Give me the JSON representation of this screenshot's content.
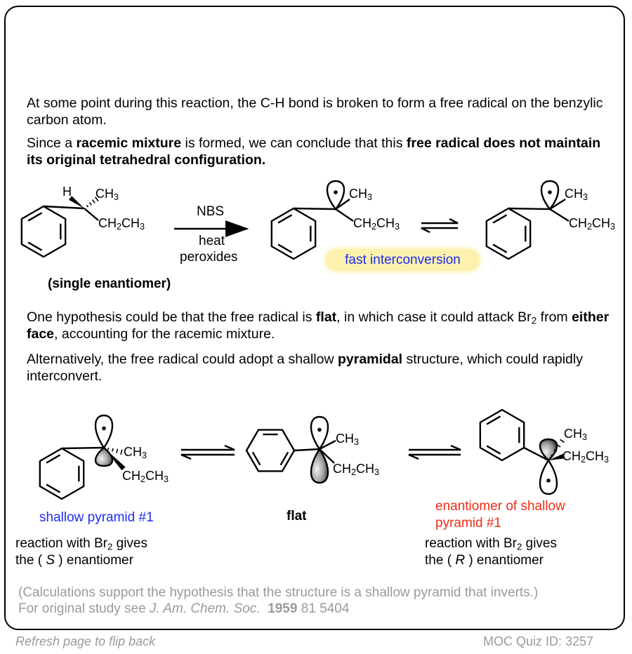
{
  "paragraphs": {
    "p1": "At some point during this reaction, the C-H bond is broken to form a free radical on the benzylic carbon atom.",
    "p2": [
      "Since a ",
      "racemic mixture",
      " is formed, we can conclude that this ",
      "free radical does not maintain its original tetrahedral configuration."
    ],
    "p3": [
      "One hypothesis could be that the free radical is ",
      "flat",
      ", in which case it could attack Br",
      "2",
      " from ",
      "either face",
      ", accounting for the racemic mixture."
    ],
    "p4": [
      "Alternatively, the free radical could adopt a shallow ",
      "pyramidal",
      " structure, which could rapidly interconvert."
    ]
  },
  "reaction": {
    "start_H": "H",
    "start_CH3": "CH3",
    "start_ethyl": "CH2CH3",
    "reagent_top": "NBS",
    "reagent_bottom_1": "heat",
    "reagent_bottom_2": "peroxides",
    "start_caption": "(single enantiomer)",
    "radical1_CH3": "CH3",
    "radical1_ethyl": "CH2CH3",
    "radical2_CH3": "CH3",
    "radical2_ethyl": "CH2CH3",
    "interconversion_label": "fast interconversion"
  },
  "pyramids": {
    "a_CH3": "CH3",
    "a_ethyl": "CH2CH3",
    "b_CH3": "CH3",
    "b_ethyl": "CH2CH3",
    "c_CH3": "CH3",
    "c_ethyl": "CH2CH3",
    "label_a": "shallow pyramid #1",
    "label_b": "flat",
    "label_c_1": "enantiomer of shallow",
    "label_c_2": "pyramid #1",
    "left_result_1": [
      "reaction with Br",
      "2",
      " gives"
    ],
    "left_result_2": [
      "the ( ",
      "S",
      " ) enantiomer"
    ],
    "right_result_1": [
      "reaction with Br",
      "2",
      " gives"
    ],
    "right_result_2": [
      "the ( ",
      "R",
      " ) enantiomer"
    ]
  },
  "notes": {
    "calc": "(Calculations support the hypothesis that the structure is a shallow pyramid that inverts.)",
    "ref": [
      "For original study see ",
      "J. Am. Chem. Soc.",
      "1959",
      " 81 5404"
    ]
  },
  "footer": {
    "flip": "Refresh page to flip back",
    "quiz_id": "MOC Quiz ID: 3257"
  },
  "colors": {
    "blue": "#1c2cf5",
    "red": "#f42a14",
    "gray": "#9a9a9a",
    "highlight": "#fcf2ad"
  }
}
